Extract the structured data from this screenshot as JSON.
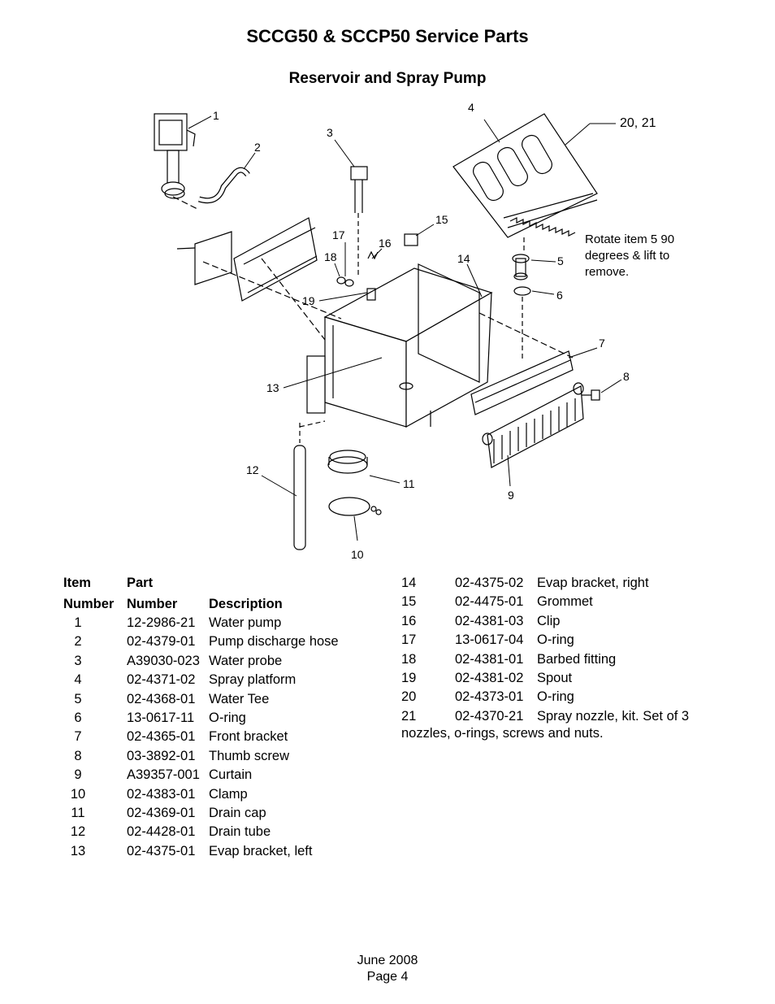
{
  "title": "SCCG50 & SCCP50 Service Parts",
  "subtitle": "Reservoir and Spray Pump",
  "note": "Rotate item 5 90 degrees & lift to remove.",
  "callouts": [
    "1",
    "2",
    "3",
    "4",
    "20, 21",
    "15",
    "17",
    "16",
    "18",
    "14",
    "5",
    "19",
    "6",
    "7",
    "13",
    "8",
    "12",
    "11",
    "9",
    "10"
  ],
  "table": {
    "header": {
      "item": [
        "Item",
        "Number"
      ],
      "part": [
        "Part",
        "Number"
      ],
      "description": "Description"
    },
    "rows_left": [
      {
        "item": "1",
        "part": "12-2986-21",
        "desc": "Water pump"
      },
      {
        "item": "2",
        "part": "02-4379-01",
        "desc": "Pump discharge hose"
      },
      {
        "item": "3",
        "part": "A39030-023",
        "desc": "Water probe"
      },
      {
        "item": "4",
        "part": "02-4371-02",
        "desc": "Spray platform"
      },
      {
        "item": "5",
        "part": "02-4368-01",
        "desc": "Water Tee"
      },
      {
        "item": "6",
        "part": "13-0617-11",
        "desc": "O-ring"
      },
      {
        "item": "7",
        "part": "02-4365-01",
        "desc": "Front bracket"
      },
      {
        "item": "8",
        "part": "03-3892-01",
        "desc": "Thumb screw"
      },
      {
        "item": "9",
        "part": "A39357-001",
        "desc": "Curtain"
      },
      {
        "item": "10",
        "part": "02-4383-01",
        "desc": "Clamp"
      },
      {
        "item": "11",
        "part": "02-4369-01",
        "desc": "Drain cap"
      },
      {
        "item": "12",
        "part": "02-4428-01",
        "desc": "Drain tube"
      },
      {
        "item": "13",
        "part": "02-4375-01",
        "desc": "Evap bracket, left"
      }
    ],
    "rows_right": [
      {
        "item": "14",
        "part": "02-4375-02",
        "desc": "Evap bracket, right"
      },
      {
        "item": "15",
        "part": "02-4475-01",
        "desc": "Grommet"
      },
      {
        "item": "16",
        "part": "02-4381-03",
        "desc": "Clip"
      },
      {
        "item": "17",
        "part": "13-0617-04",
        "desc": "O-ring"
      },
      {
        "item": "18",
        "part": "02-4381-01",
        "desc": "Barbed fitting"
      },
      {
        "item": "19",
        "part": "02-4381-02",
        "desc": "Spout"
      },
      {
        "item": "20",
        "part": "02-4373-01",
        "desc": "O-ring"
      },
      {
        "item": "21",
        "part": "02-4370-21",
        "desc": "Spray nozzle, kit. Set of 3"
      }
    ],
    "row_21_continued": "nozzles, o-rings, screws and nuts."
  },
  "footer": {
    "date": "June 2008",
    "page": "Page 4"
  }
}
